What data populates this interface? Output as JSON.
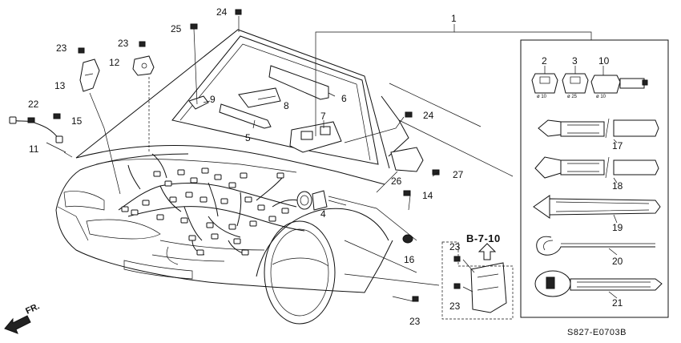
{
  "callouts": {
    "c1": "1",
    "c2": "2",
    "c3": "3",
    "c4": "4",
    "c5": "5",
    "c6": "6",
    "c7": "7",
    "c8": "8",
    "c9": "9",
    "c10": "10",
    "c11": "11",
    "c12": "12",
    "c13": "13",
    "c14": "14",
    "c15": "15",
    "c16": "16",
    "c17": "17",
    "c18": "18",
    "c19": "19",
    "c20": "20",
    "c21": "21",
    "c22": "22",
    "c23": "23",
    "c24": "24",
    "c25": "25",
    "c26": "26",
    "c27": "27"
  },
  "clip_sizes": {
    "s2": "ø 10",
    "s3": "ø 25",
    "s10": "ø 10"
  },
  "reference": "B-7-10",
  "direction": "FR.",
  "diagram_code": "S827-E0703B",
  "icons": {
    "front_arrow": "front-direction-arrow-icon",
    "up_arrow": "reference-up-arrow-icon"
  }
}
